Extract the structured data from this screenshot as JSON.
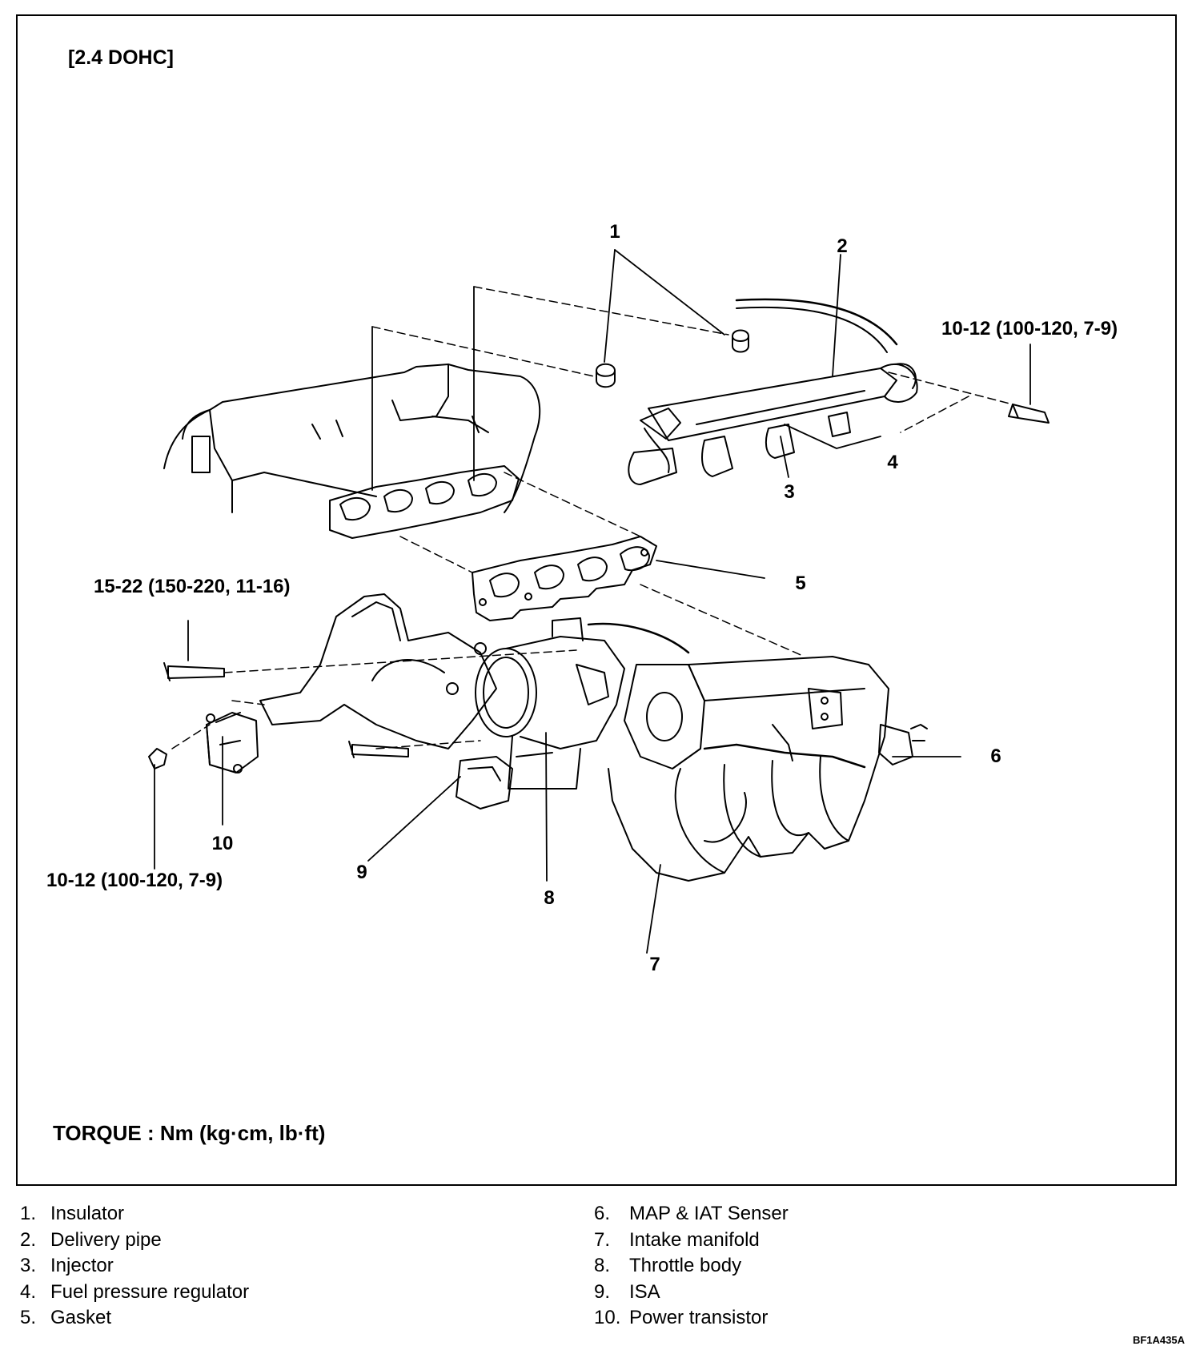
{
  "diagram": {
    "title": "[2.4 DOHC]",
    "torque_note": "TORQUE : Nm (kg·cm, lb·ft)",
    "callouts": [
      {
        "id": "c1",
        "text": "1"
      },
      {
        "id": "c2",
        "text": "2"
      },
      {
        "id": "c3",
        "text": "3"
      },
      {
        "id": "c4",
        "text": "4"
      },
      {
        "id": "c5",
        "text": "5"
      },
      {
        "id": "c6",
        "text": "6"
      },
      {
        "id": "c7",
        "text": "7"
      },
      {
        "id": "c8",
        "text": "8"
      },
      {
        "id": "c9",
        "text": "9"
      },
      {
        "id": "c10",
        "text": "10"
      }
    ],
    "torque_specs": {
      "delivery_pipe": "10-12 (100-120, 7-9)",
      "throttle_body": "15-22 (150-220, 11-16)",
      "power_transistor": "10-12 (100-120, 7-9)"
    }
  },
  "legend": {
    "left": [
      {
        "num": "1.",
        "name": "Insulator"
      },
      {
        "num": "2.",
        "name": "Delivery pipe"
      },
      {
        "num": "3.",
        "name": "Injector"
      },
      {
        "num": "4.",
        "name": "Fuel pressure regulator"
      },
      {
        "num": "5.",
        "name": "Gasket"
      }
    ],
    "right": [
      {
        "num": "6.",
        "name": "MAP & IAT Senser"
      },
      {
        "num": "7.",
        "name": "Intake manifold"
      },
      {
        "num": "8.",
        "name": "Throttle body"
      },
      {
        "num": "9.",
        "name": "ISA"
      },
      {
        "num": "10.",
        "name": "Power transistor"
      }
    ]
  },
  "figure_code": "BF1A435A"
}
